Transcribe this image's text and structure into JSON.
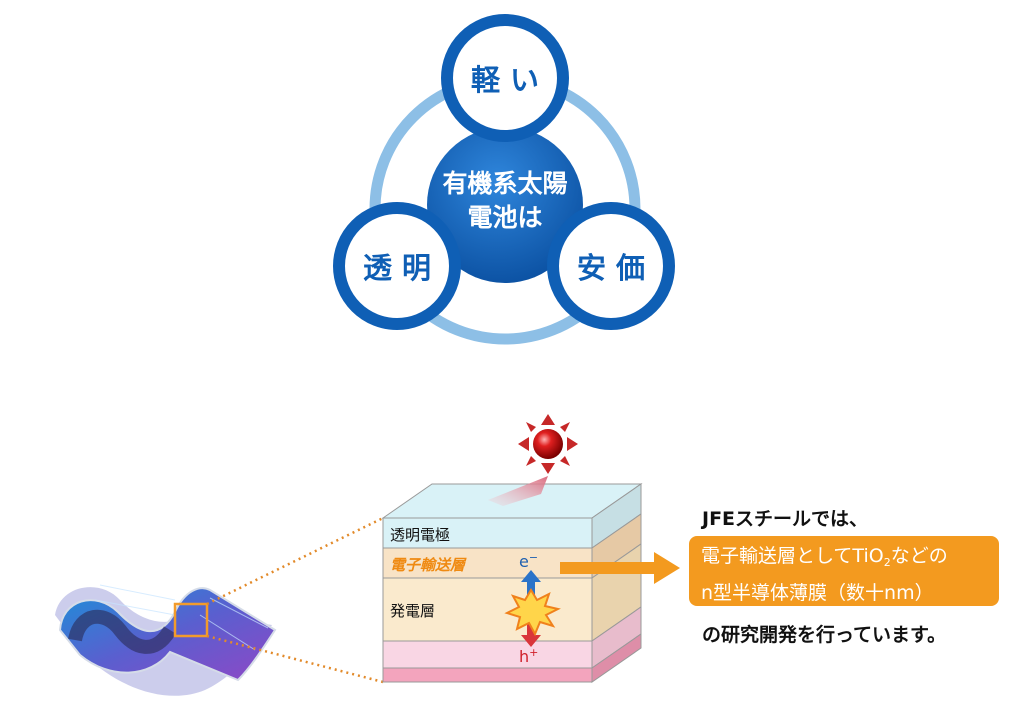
{
  "features": {
    "center_line1": "有機系太陽",
    "center_line2": "電池は",
    "top": "軽 い",
    "left": "透 明",
    "right": "安 価"
  },
  "stack": {
    "layer_electrode": "透明電極",
    "layer_transport": "電子輸送層",
    "layer_generation": "発電層",
    "electron": "e",
    "electron_sup": "−",
    "hole": "h",
    "hole_sup": "+"
  },
  "description": {
    "line1": "JFEスチールでは、",
    "box_line1_a": "電子輸送層としてTiO",
    "box_line1_sub": "2",
    "box_line1_b": "などの",
    "box_line2": "n型半導体薄膜（数十nm）",
    "line3": "の研究開発を行っています。"
  },
  "colors": {
    "circle_blue": "#0f5fb5",
    "ring_blue": "#8dbfe6",
    "orange": "#f39a1f",
    "electrode_layer": "#d9f2f7",
    "transport_layer": "#f8e3c6",
    "generation_layer": "#faeacd",
    "hole_layer": "#f9d6e4",
    "bottom_layer": "#f3a4bd"
  }
}
